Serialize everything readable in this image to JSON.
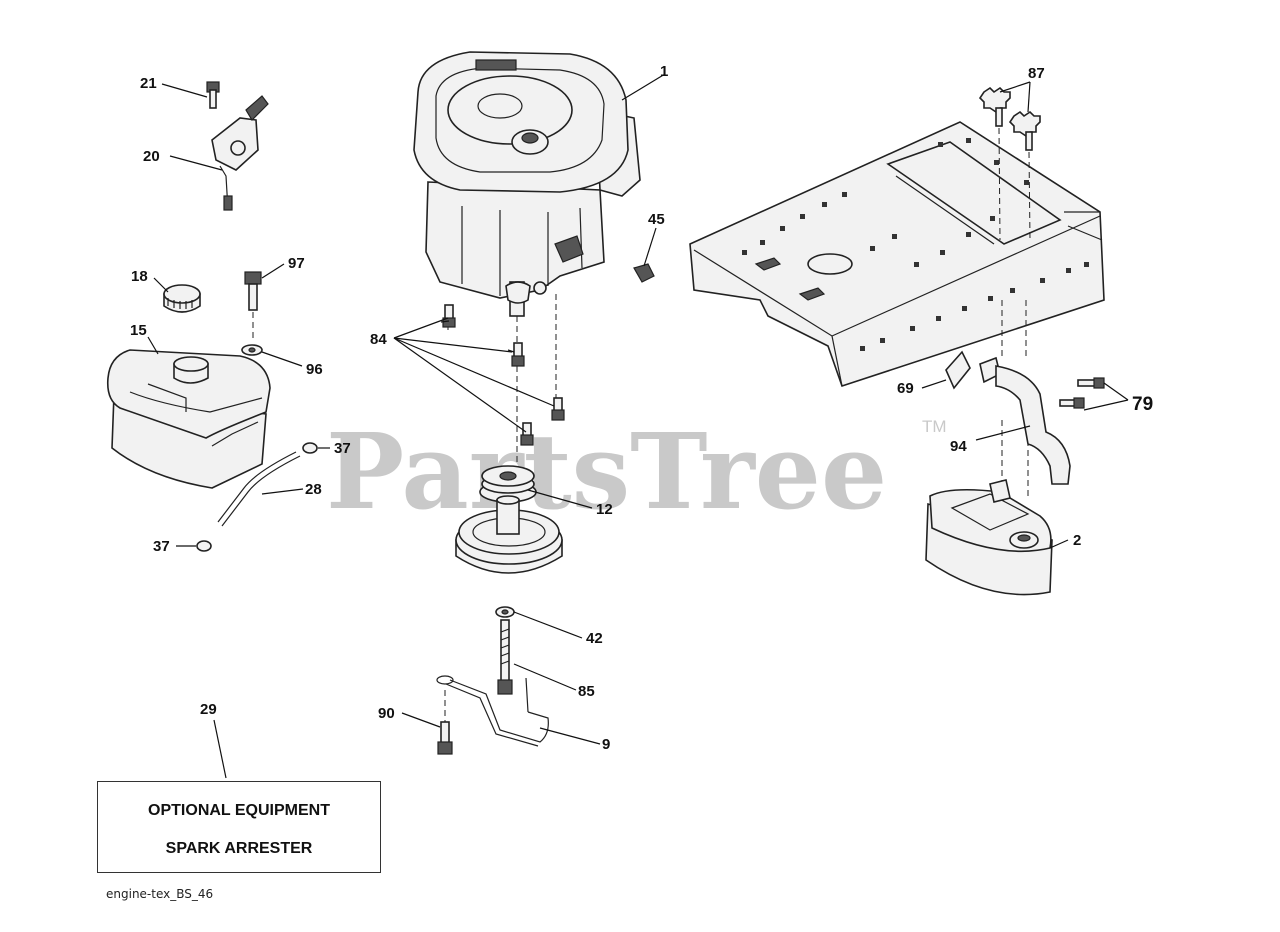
{
  "watermark": {
    "text": "PartsTree",
    "trademark": "TM"
  },
  "callouts": [
    {
      "id": "c1",
      "label": "1"
    },
    {
      "id": "c2",
      "label": "2"
    },
    {
      "id": "c9",
      "label": "9"
    },
    {
      "id": "c12",
      "label": "12"
    },
    {
      "id": "c15",
      "label": "15"
    },
    {
      "id": "c18",
      "label": "18"
    },
    {
      "id": "c20",
      "label": "20"
    },
    {
      "id": "c21",
      "label": "21"
    },
    {
      "id": "c28",
      "label": "28"
    },
    {
      "id": "c29",
      "label": "29"
    },
    {
      "id": "c37a",
      "label": "37"
    },
    {
      "id": "c37b",
      "label": "37"
    },
    {
      "id": "c42",
      "label": "42"
    },
    {
      "id": "c45",
      "label": "45"
    },
    {
      "id": "c69",
      "label": "69"
    },
    {
      "id": "c79",
      "label": "79"
    },
    {
      "id": "c84",
      "label": "84"
    },
    {
      "id": "c85",
      "label": "85"
    },
    {
      "id": "c87",
      "label": "87"
    },
    {
      "id": "c90",
      "label": "90"
    },
    {
      "id": "c94",
      "label": "94"
    },
    {
      "id": "c96",
      "label": "96"
    },
    {
      "id": "c97",
      "label": "97"
    }
  ],
  "optional_box": {
    "line1": "OPTIONAL EQUIPMENT",
    "line2": "SPARK ARRESTER"
  },
  "footer": {
    "code": "engine-tex_BS_46"
  }
}
